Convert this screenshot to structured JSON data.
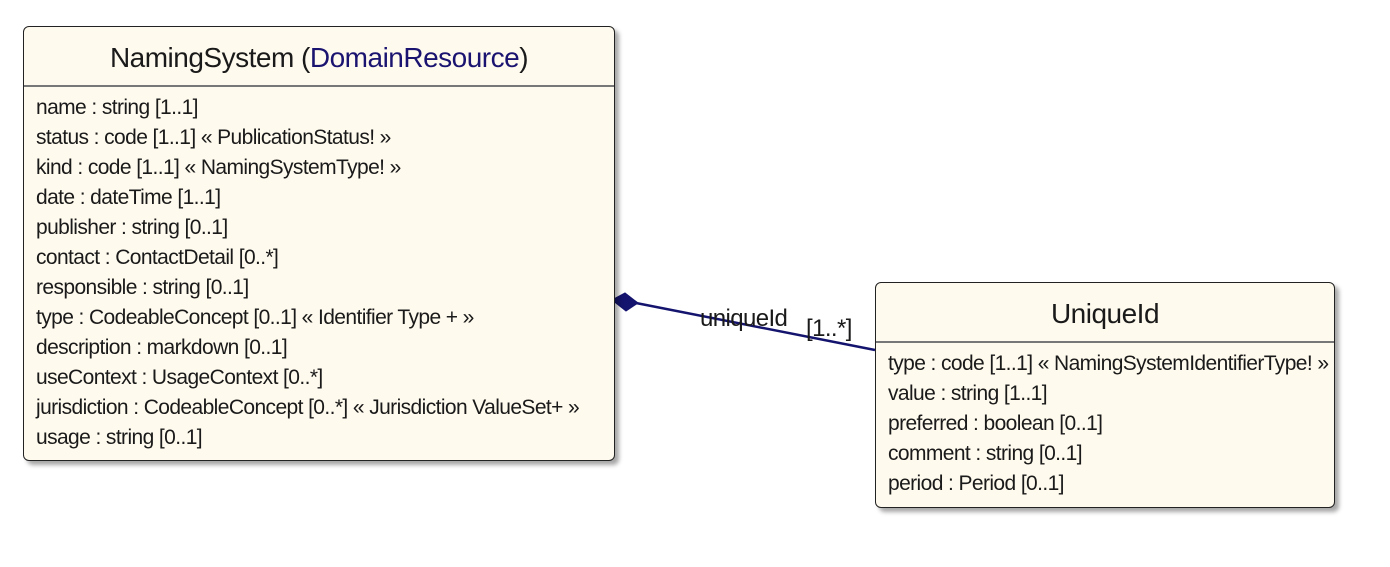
{
  "classes": {
    "naming_system": {
      "name": "NamingSystem",
      "parent_open": " (",
      "parent": "DomainResource",
      "parent_close": ")",
      "attributes": [
        "name : string [1..1]",
        "status : code [1..1] « PublicationStatus! »",
        "kind : code [1..1] « NamingSystemType! »",
        "date : dateTime [1..1]",
        "publisher : string [0..1]",
        "contact : ContactDetail [0..*]",
        "responsible : string [0..1]",
        "type : CodeableConcept [0..1] « Identifier Type + »",
        "description : markdown [0..1]",
        "useContext : UsageContext [0..*]",
        "jurisdiction : CodeableConcept [0..*] « Jurisdiction ValueSet+ »",
        "usage : string [0..1]"
      ]
    },
    "unique_id": {
      "name": "UniqueId",
      "attributes": [
        "type : code [1..1] « NamingSystemIdentifierType! »",
        "value : string [1..1]",
        "preferred : boolean [0..1]",
        "comment : string [0..1]",
        "period : Period [0..1]"
      ]
    }
  },
  "association": {
    "role": "uniqueId",
    "multiplicity": "[1..*]",
    "line_color": "#14146e"
  }
}
